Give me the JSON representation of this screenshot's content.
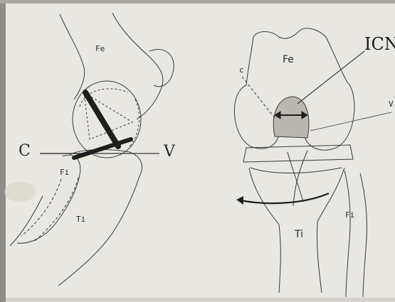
{
  "left_figure": {
    "labels": {
      "femur": "Fe",
      "fibula": "Fi",
      "tibia": "Ti",
      "c_line": "C",
      "v_line": "V"
    }
  },
  "right_figure": {
    "labels": {
      "femur": "Fe",
      "icn": "ICN",
      "c_mark": "c",
      "v_mark": "V",
      "tibia": "Ti",
      "fibula": "Fi"
    }
  },
  "colors": {
    "paper": "#e8e7e2",
    "ink": "#3a3a3a",
    "ligament": "#1e1e1e"
  }
}
